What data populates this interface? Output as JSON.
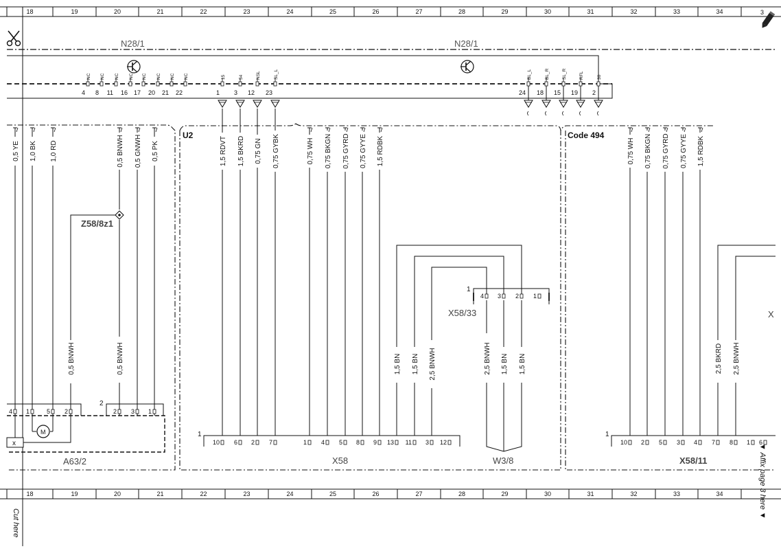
{
  "grid_columns": [
    "18",
    "19",
    "20",
    "21",
    "22",
    "23",
    "24",
    "25",
    "26",
    "27",
    "28",
    "29",
    "30",
    "31",
    "32",
    "33",
    "34"
  ],
  "top_cut_mark": "3",
  "components": {
    "n28_left": "N28/1",
    "n28_right": "N28/1",
    "u2": "U2",
    "code494": "Code 494",
    "z58": "Z58/8z1",
    "a63": "A63/2",
    "x58": "X58",
    "x58_33": "X58/33",
    "w3_8": "W3/8",
    "x58_11": "X58/11",
    "x_cut": "X",
    "motor": "M",
    "x_box": "x"
  },
  "n28_pins_left": [
    {
      "sig": "NC",
      "num": "4"
    },
    {
      "sig": "NC",
      "num": "8"
    },
    {
      "sig": "NC",
      "num": "11"
    },
    {
      "sig": "NC",
      "num": "16"
    },
    {
      "sig": "NC",
      "num": "17"
    },
    {
      "sig": "NC",
      "num": "20"
    },
    {
      "sig": "NC",
      "num": "21"
    },
    {
      "sig": "NC",
      "num": "22"
    }
  ],
  "n28_pins_mid": [
    {
      "sig": "15",
      "num": "1"
    },
    {
      "sig": "54",
      "num": "3"
    },
    {
      "sig": "NSL",
      "num": "12"
    },
    {
      "sig": "SL_L",
      "num": "23"
    }
  ],
  "n28_pins_right": [
    {
      "sig": "BL_L",
      "num": "24"
    },
    {
      "sig": "BL_R",
      "num": "18"
    },
    {
      "sig": "SL_R",
      "num": "15"
    },
    {
      "sig": "RFL",
      "num": "19"
    },
    {
      "sig": "30",
      "num": "2"
    }
  ],
  "wires_upper": [
    {
      "label": "0,5 YE"
    },
    {
      "label": "1,0 BK"
    },
    {
      "label": "1,0 RD"
    },
    {
      "label": "0,5 BNWH"
    },
    {
      "label": "0,5 GNWH"
    },
    {
      "label": "0,5 PK"
    },
    {
      "label": "1,5 RDVT"
    },
    {
      "label": "1,5 BKRD"
    },
    {
      "label": "0,75 GN"
    },
    {
      "label": "0,75 GYBK"
    },
    {
      "label": "0,75 WH"
    },
    {
      "label": "0,75 BKGN"
    },
    {
      "label": "0,75 GYRD"
    },
    {
      "label": "0,75 GYYE"
    },
    {
      "label": "1,5 RDBK"
    },
    {
      "label": "0,75 WH"
    },
    {
      "label": "0,75 BKGN"
    },
    {
      "label": "0,75 GYRD"
    },
    {
      "label": "0,75 GYYE"
    },
    {
      "label": "1,5 RDBK"
    }
  ],
  "wires_lower": [
    {
      "label": "0,5 BNWH"
    },
    {
      "label": "0,5 BNWH"
    },
    {
      "label": "1,5 BN"
    },
    {
      "label": "1,5 BN"
    },
    {
      "label": "2,5 BNWH"
    },
    {
      "label": "2,5 BNWH"
    },
    {
      "label": "1,5 BN"
    },
    {
      "label": "1,5 BN"
    },
    {
      "label": "2,5 BKRD"
    },
    {
      "label": "2,5 BNWH"
    }
  ],
  "a63_pins": [
    "4",
    "1",
    "5",
    "2"
  ],
  "a63_conn2_pins": [
    "2",
    "3",
    "1"
  ],
  "a63_conn2_num": "2",
  "x58_pins": [
    "10",
    "6",
    "2",
    "7",
    "1",
    "4",
    "5",
    "8",
    "9",
    "13",
    "11",
    "3",
    "12"
  ],
  "x58_1": "1",
  "x58_33_pins": [
    "4",
    "3",
    "2",
    "1"
  ],
  "x58_33_1": "1",
  "x58_11_pins": [
    "10",
    "2",
    "5",
    "3",
    "4",
    "7",
    "8",
    "1",
    "6"
  ],
  "x58_11_1": "1",
  "side_text": {
    "cut_here": "Cut here",
    "affix": "▼ Affix page 3 here ▼"
  },
  "icons": [
    "scissors-icon",
    "transistor-icon",
    "motor-icon",
    "pencil-icon",
    "splice-icon"
  ]
}
